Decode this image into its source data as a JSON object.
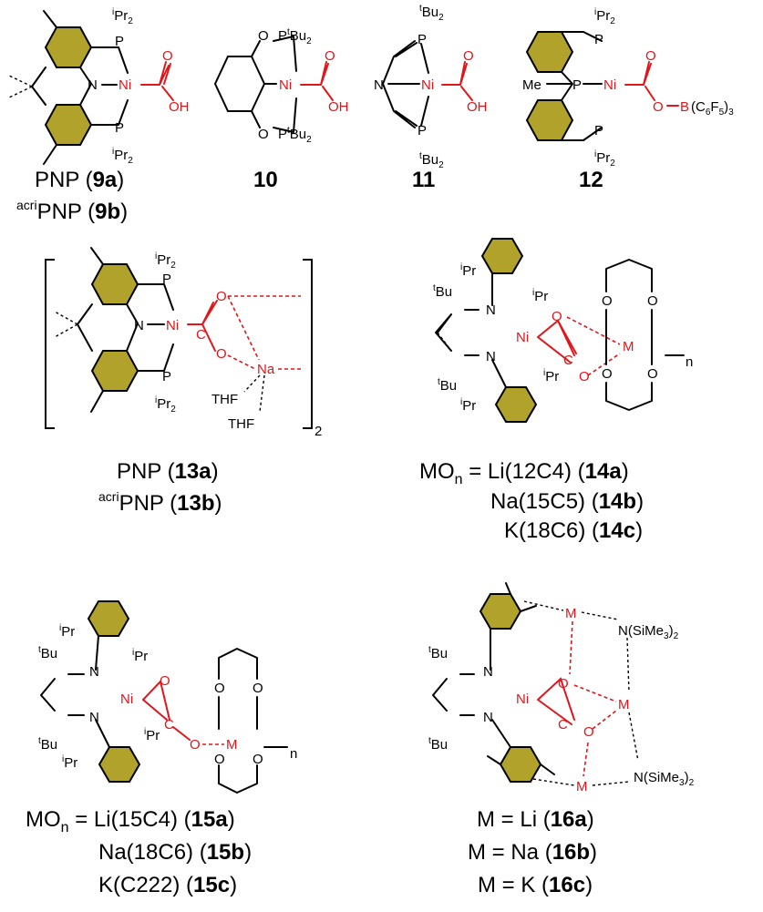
{
  "atoms": {
    "Ni": "Ni",
    "P": "P",
    "N": "N",
    "O": "O",
    "C": "C",
    "OH": "OH",
    "Me": "Me",
    "Na": "Na",
    "M": "M",
    "THF": "THF",
    "B": "B",
    "iPr2_sup": "i",
    "iPr2_base": "Pr",
    "iPr2_sub": "2",
    "tBu2_sup": "t",
    "tBu2_base": "Bu",
    "tBu2_sub": "2",
    "tBu_sup": "t",
    "tBu_base": "Bu",
    "iPr_sup": "i",
    "iPr_base": "Pr",
    "bc6f5_open": "(C",
    "bc6f5_6": "6",
    "bc6f5_F": "F",
    "bc6f5_5": "5",
    "bc6f5_close": ")",
    "bc6f5_3": "3",
    "n": "n",
    "silyl_open": "N(SiMe",
    "silyl_3": "3",
    "silyl_close": ")",
    "silyl_2": "2",
    "bracket_sub": "2"
  },
  "labels": {
    "c9a_pre": "PNP (",
    "c9a_num": "9a",
    "c9a_post": ")",
    "c9b_sup": "acri",
    "c9b_pre": "PNP (",
    "c9b_num": "9b",
    "c9b_post": ")",
    "c10": "10",
    "c11": "11",
    "c12": "12",
    "c13a_pre": "PNP (",
    "c13a_num": "13a",
    "c13a_post": ")",
    "c13b_sup": "acri",
    "c13b_pre": "PNP (",
    "c13b_num": "13b",
    "c13b_post": ")",
    "c14_mo": "MO",
    "c14_n": "n",
    "c14a_text": " = Li(12C4) (",
    "c14a_num": "14a",
    "c14a_post": ")",
    "c14b_text": "Na(15C5) (",
    "c14b_num": "14b",
    "c14b_post": ")",
    "c14c_text": "K(18C6) (",
    "c14c_num": "14c",
    "c14c_post": ")",
    "c15_mo": "MO",
    "c15_n": "n",
    "c15a_text": " = Li(15C4) (",
    "c15a_num": "15a",
    "c15a_post": ")",
    "c15b_text": "Na(18C6) (",
    "c15b_num": "15b",
    "c15b_post": ")",
    "c15c_text": "K(C222) (",
    "c15c_num": "15c",
    "c15c_post": ")",
    "c16a_text": "M = Li (",
    "c16a_num": "16a",
    "c16a_post": ")",
    "c16b_text": "M = Na (",
    "c16b_num": "16b",
    "c16b_post": ")",
    "c16c_text": "M = K (",
    "c16c_num": "16c",
    "c16c_post": ")"
  },
  "colors": {
    "metal_red": "#e0161b",
    "arene_olive": "#b0a22a",
    "ink": "#000000"
  }
}
